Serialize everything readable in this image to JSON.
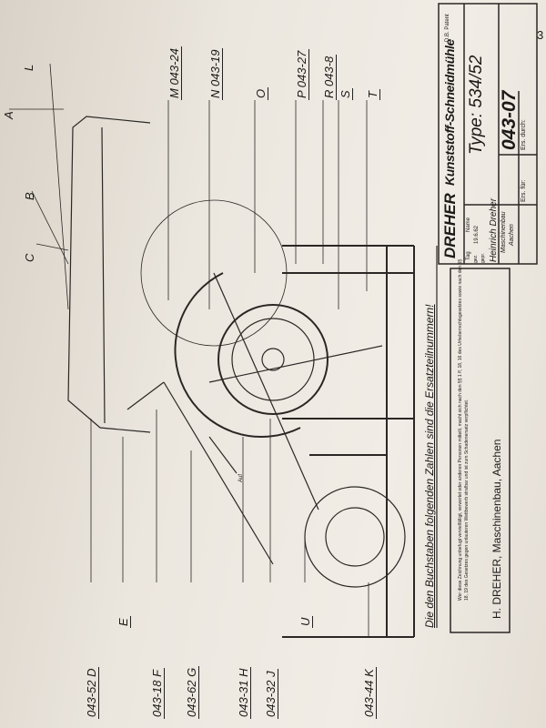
{
  "page_number": "3",
  "title_block": {
    "company": "DREHER",
    "product": "Kunststoff-Schneidmühle",
    "patent": "D.B. Patent",
    "type": "Type: 534/52",
    "drawing_no": "043-07",
    "maker": "Heinrich Dreher",
    "maker_sub": "Maschinenbau",
    "maker_city": "Aachen",
    "col_day": "Tag",
    "col_name": "Name",
    "row_gez": "gez.",
    "row_gepr": "gepr.",
    "ers_fuer": "Ers. für:",
    "ers_durch": "Ers. durch:",
    "date": "19.6.62"
  },
  "notice": {
    "text": "Wer diese Zeichnung unbefugt vervielfältigt, verwertet oder anderen Personen mitteilt, macht sich nach den §§ 1 ff, 18, 16 des Urheberrechtsgesetzes sowie nach den §§ 18, 19 des Gesetzes gegen unlauteren Wettbewerb strafbar und ist zum Schadenersatz verpflichtet.",
    "footer": "H. DREHER, Maschinenbau, Aachen"
  },
  "caption": "Die den Buchstaben folgenden Zahlen sind die Ersatzteilnummern!",
  "labels": {
    "A": "A",
    "B": "B",
    "C": "C",
    "L": "L",
    "M": "M  043-24",
    "N": "N  043-19",
    "O": "O",
    "P": "P  043-27",
    "R": "R  043-8",
    "S": "S",
    "T": "T",
    "D": "043-52  D",
    "E": "E",
    "F": "043-18  F",
    "G": "043-62  G",
    "H": "043-31  H",
    "J": "043-32  J",
    "U": "U",
    "K": "043-44  K",
    "auf": "Auf"
  }
}
